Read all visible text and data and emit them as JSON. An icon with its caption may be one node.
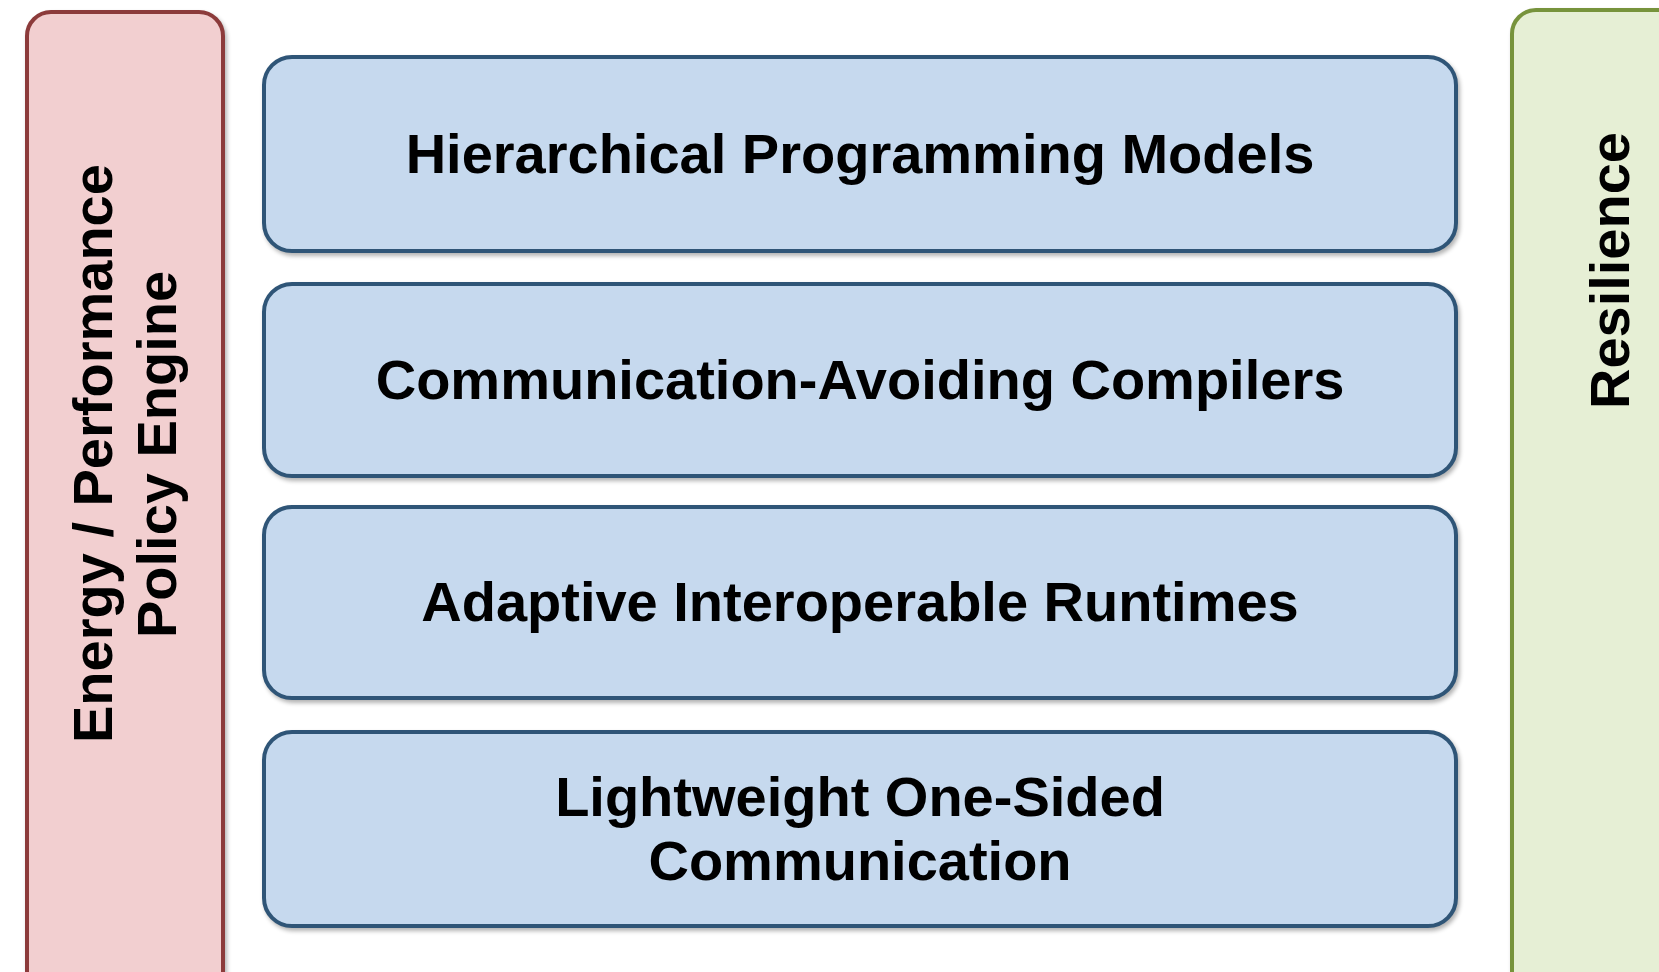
{
  "diagram": {
    "nodes": [
      {
        "text": [
          "Energy / Performance Policy Engine"
        ]
      },
      {
        "text": [
          "Hierarchical Programming Models"
        ]
      },
      {
        "text": [
          "Communication-Avoiding Compilers"
        ]
      },
      {
        "text": [
          "Adaptive Interoperable Runtimes"
        ]
      },
      {
        "text": [
          "Lightweight One-Sided Communication"
        ]
      },
      {
        "text": [
          "Resilience"
        ]
      }
    ],
    "edges": []
  }
}
